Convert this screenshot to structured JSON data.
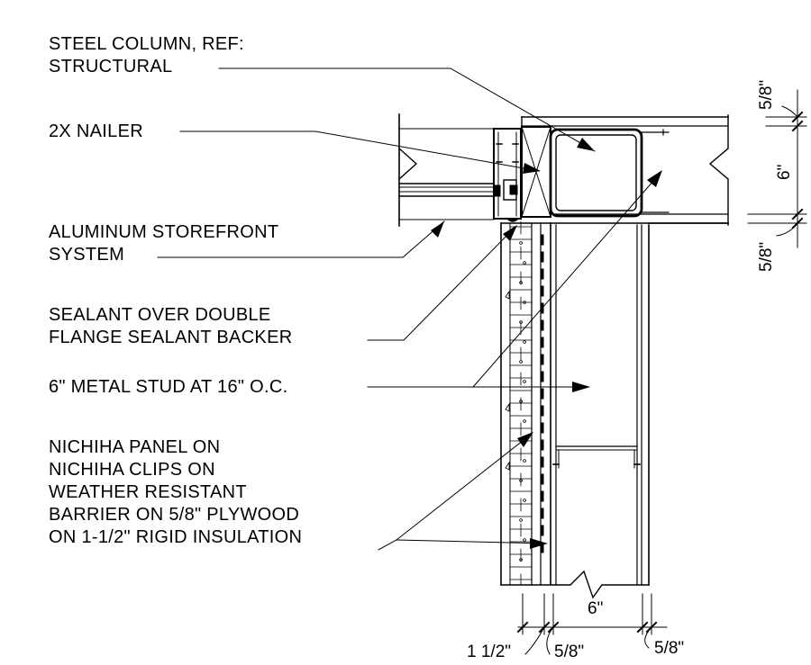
{
  "callouts": {
    "steel_column": [
      "STEEL COLUMN, REF:",
      "STRUCTURAL"
    ],
    "nailer": [
      "2X NAILER"
    ],
    "storefront": [
      "ALUMINUM STOREFRONT",
      "SYSTEM"
    ],
    "sealant": [
      "SEALANT OVER DOUBLE",
      "FLANGE SEALANT BACKER"
    ],
    "stud": [
      "6\" METAL STUD AT 16\" O.C."
    ],
    "panel": [
      "NICHIHA PANEL ON",
      "NICHIHA CLIPS ON",
      "WEATHER RESISTANT",
      "BARRIER ON 5/8\" PLYWOOD",
      "ON 1-1/2\" RIGID INSULATION"
    ]
  },
  "dimensions": {
    "right_top": "5/8\"",
    "right_mid": "6\"",
    "right_bottom": "5/8\"",
    "bottom_width": "6\"",
    "bottom_insulation": "1 1/2\"",
    "bottom_plywood": "5/8\"",
    "bottom_gyp": "5/8\""
  },
  "colors": {
    "ink": "#000000",
    "background": "#ffffff"
  }
}
